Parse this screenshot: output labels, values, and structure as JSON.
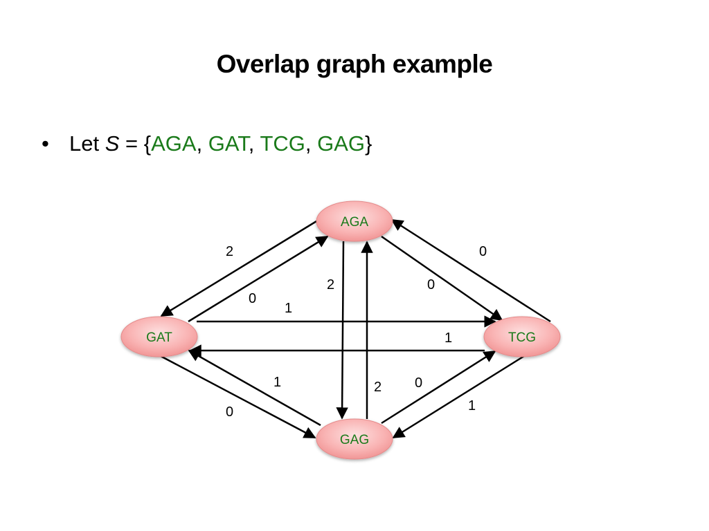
{
  "title": "Overlap graph example",
  "bullet": {
    "symbol": "•",
    "prefix": "Let ",
    "set_var": "S",
    "equals_open": " = {",
    "sep": ", ",
    "close": "}",
    "strings": [
      "AGA",
      "GAT",
      "TCG",
      "GAG"
    ]
  },
  "colors": {
    "sequence_text": "#1a7a1a",
    "node_fill": "#f7a6a6",
    "edge": "#000000"
  },
  "graph": {
    "nodes": [
      {
        "id": "AGA",
        "label": "AGA"
      },
      {
        "id": "GAT",
        "label": "GAT"
      },
      {
        "id": "TCG",
        "label": "TCG"
      },
      {
        "id": "GAG",
        "label": "GAG"
      }
    ],
    "edges": [
      {
        "from": "AGA",
        "to": "GAT",
        "label": "2"
      },
      {
        "from": "GAT",
        "to": "AGA",
        "label": "0"
      },
      {
        "from": "AGA",
        "to": "GAG",
        "label": "2"
      },
      {
        "from": "GAG",
        "to": "AGA",
        "label": "2"
      },
      {
        "from": "AGA",
        "to": "TCG",
        "label": "0"
      },
      {
        "from": "TCG",
        "to": "AGA",
        "label": "0"
      },
      {
        "from": "GAT",
        "to": "TCG",
        "label": "1"
      },
      {
        "from": "TCG",
        "to": "GAT",
        "label": "1"
      },
      {
        "from": "GAT",
        "to": "GAG",
        "label": "0"
      },
      {
        "from": "GAG",
        "to": "GAT",
        "label": "1"
      },
      {
        "from": "GAG",
        "to": "TCG",
        "label": "0"
      },
      {
        "from": "TCG",
        "to": "GAG",
        "label": "1"
      }
    ]
  }
}
